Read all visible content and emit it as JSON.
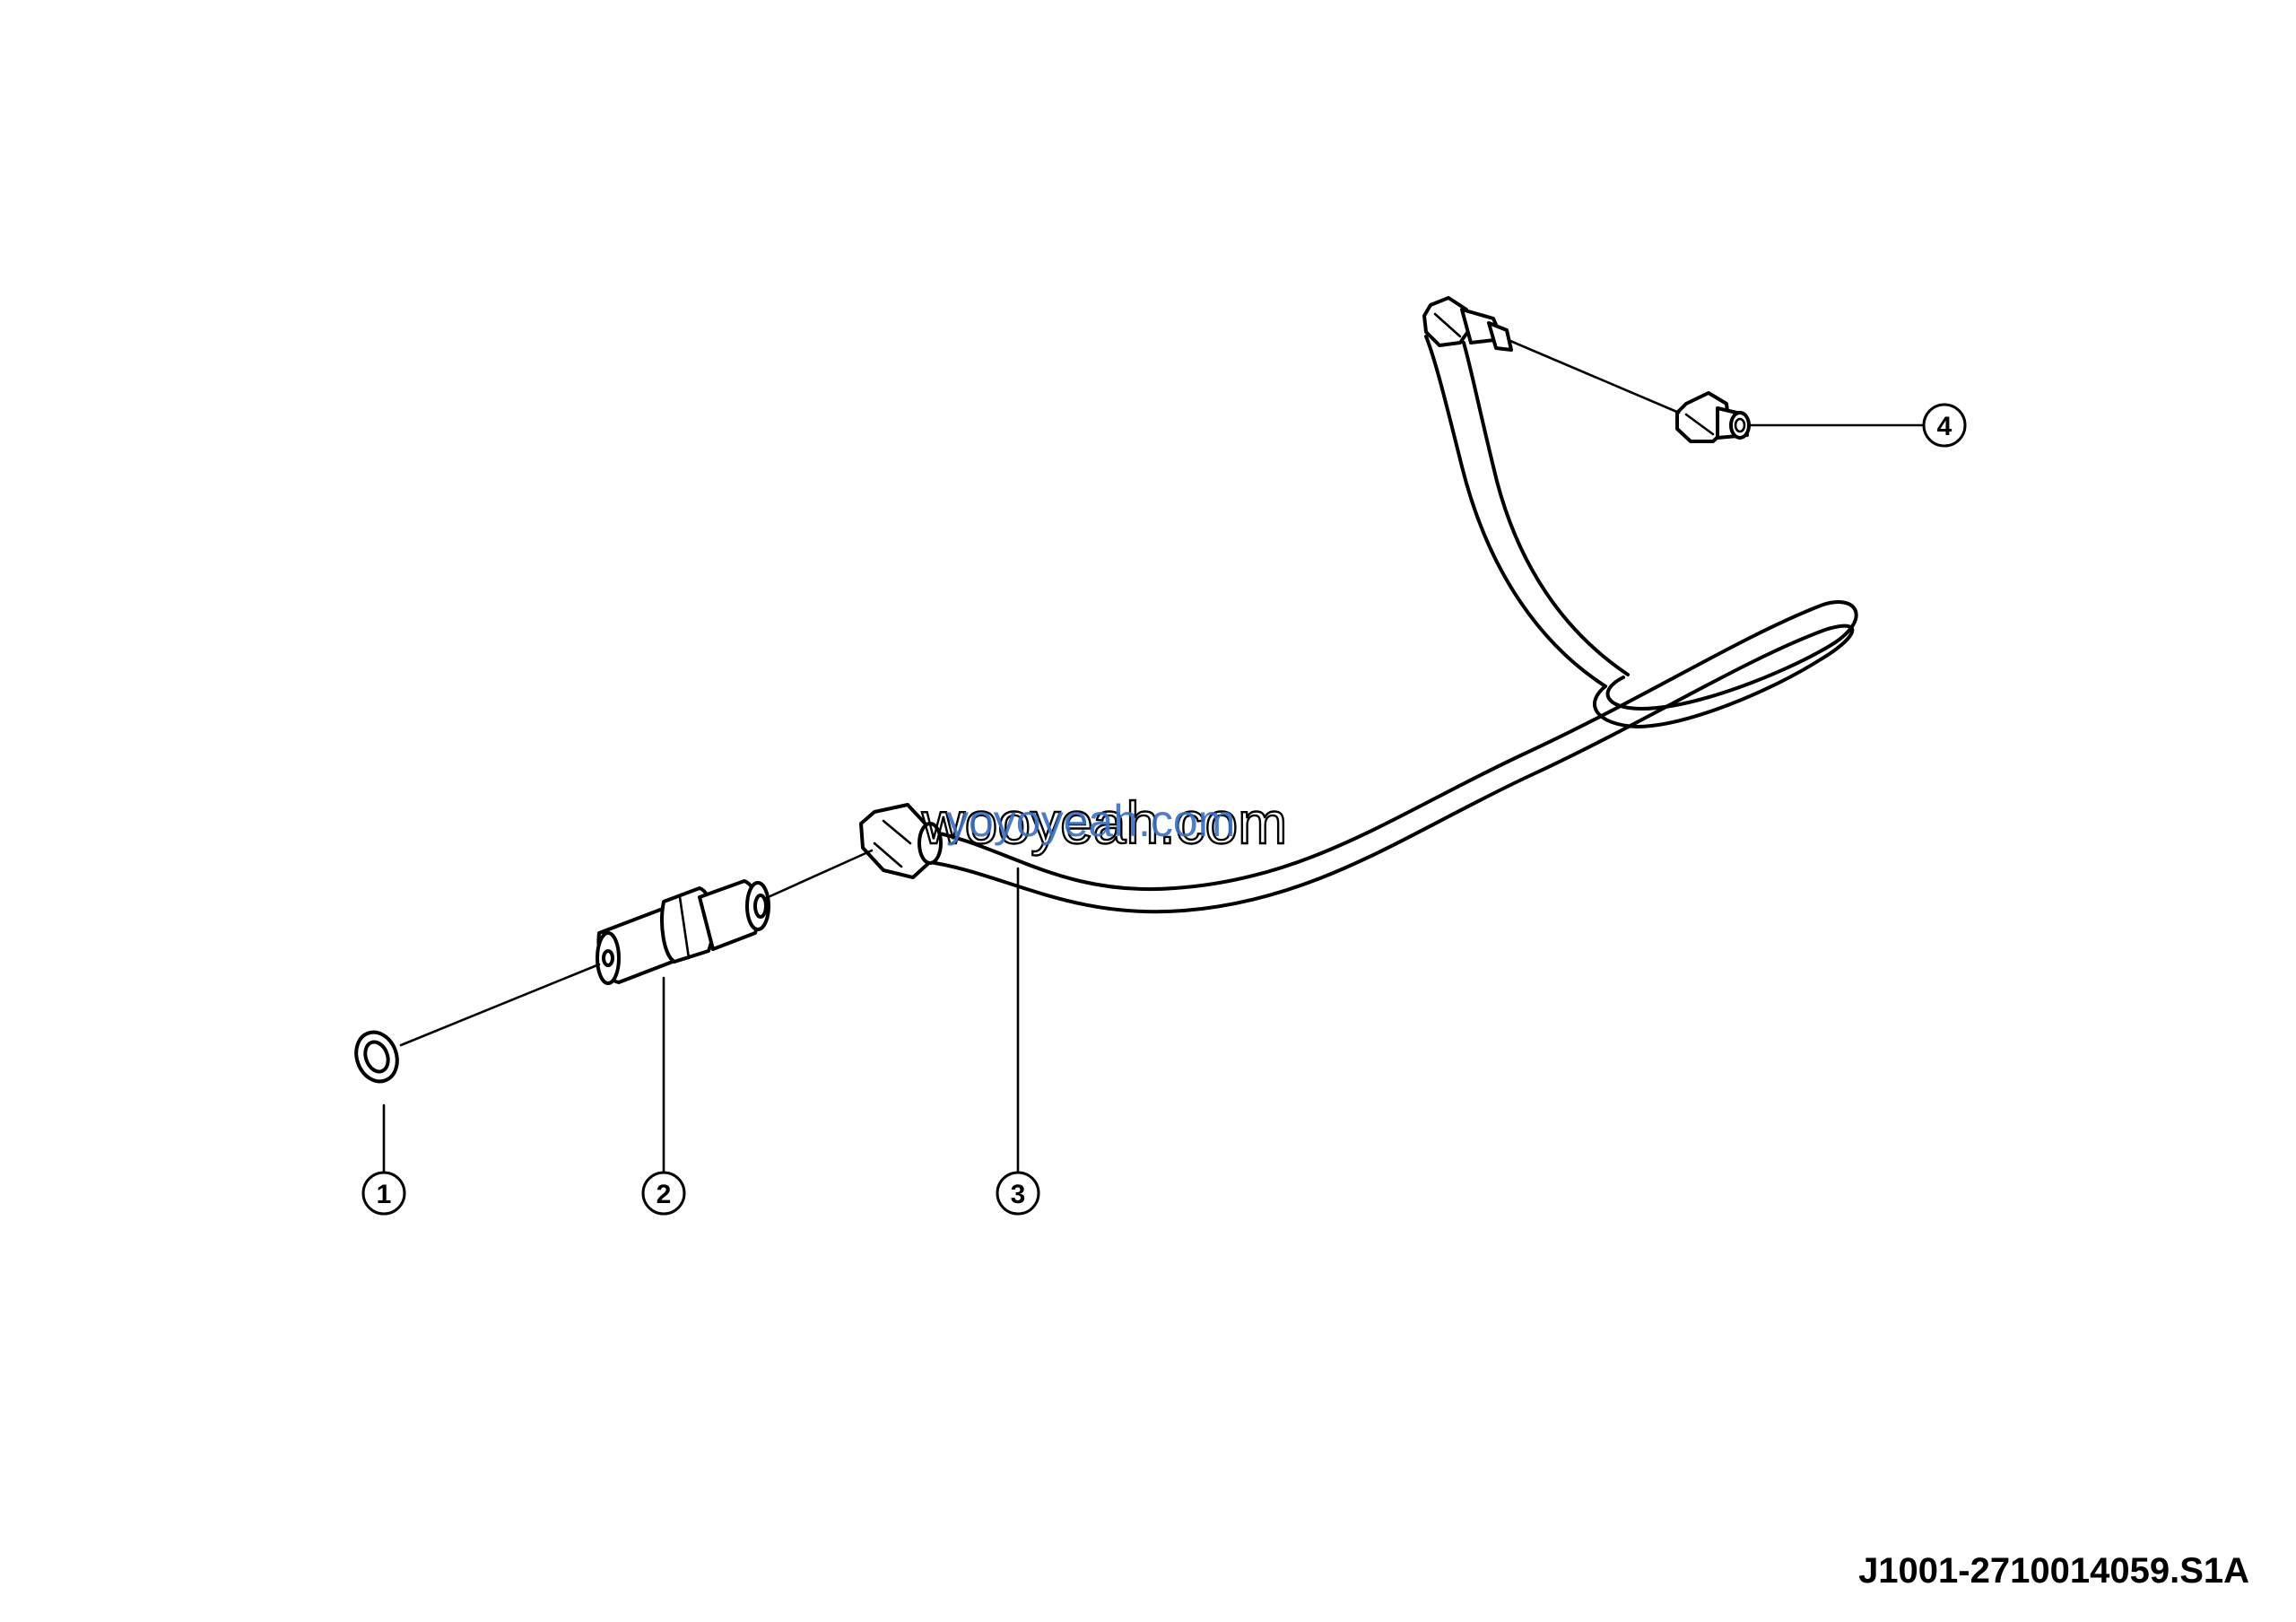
{
  "diagram": {
    "callouts": [
      {
        "id": "1",
        "label": "1"
      },
      {
        "id": "2",
        "label": "2"
      },
      {
        "id": "3",
        "label": "3"
      },
      {
        "id": "4",
        "label": "4"
      }
    ],
    "watermark_primary": "wooyeah.com",
    "watermark_secondary": "yoyoyeah.com",
    "reference_code": "J1001-2710014059.S1A"
  }
}
